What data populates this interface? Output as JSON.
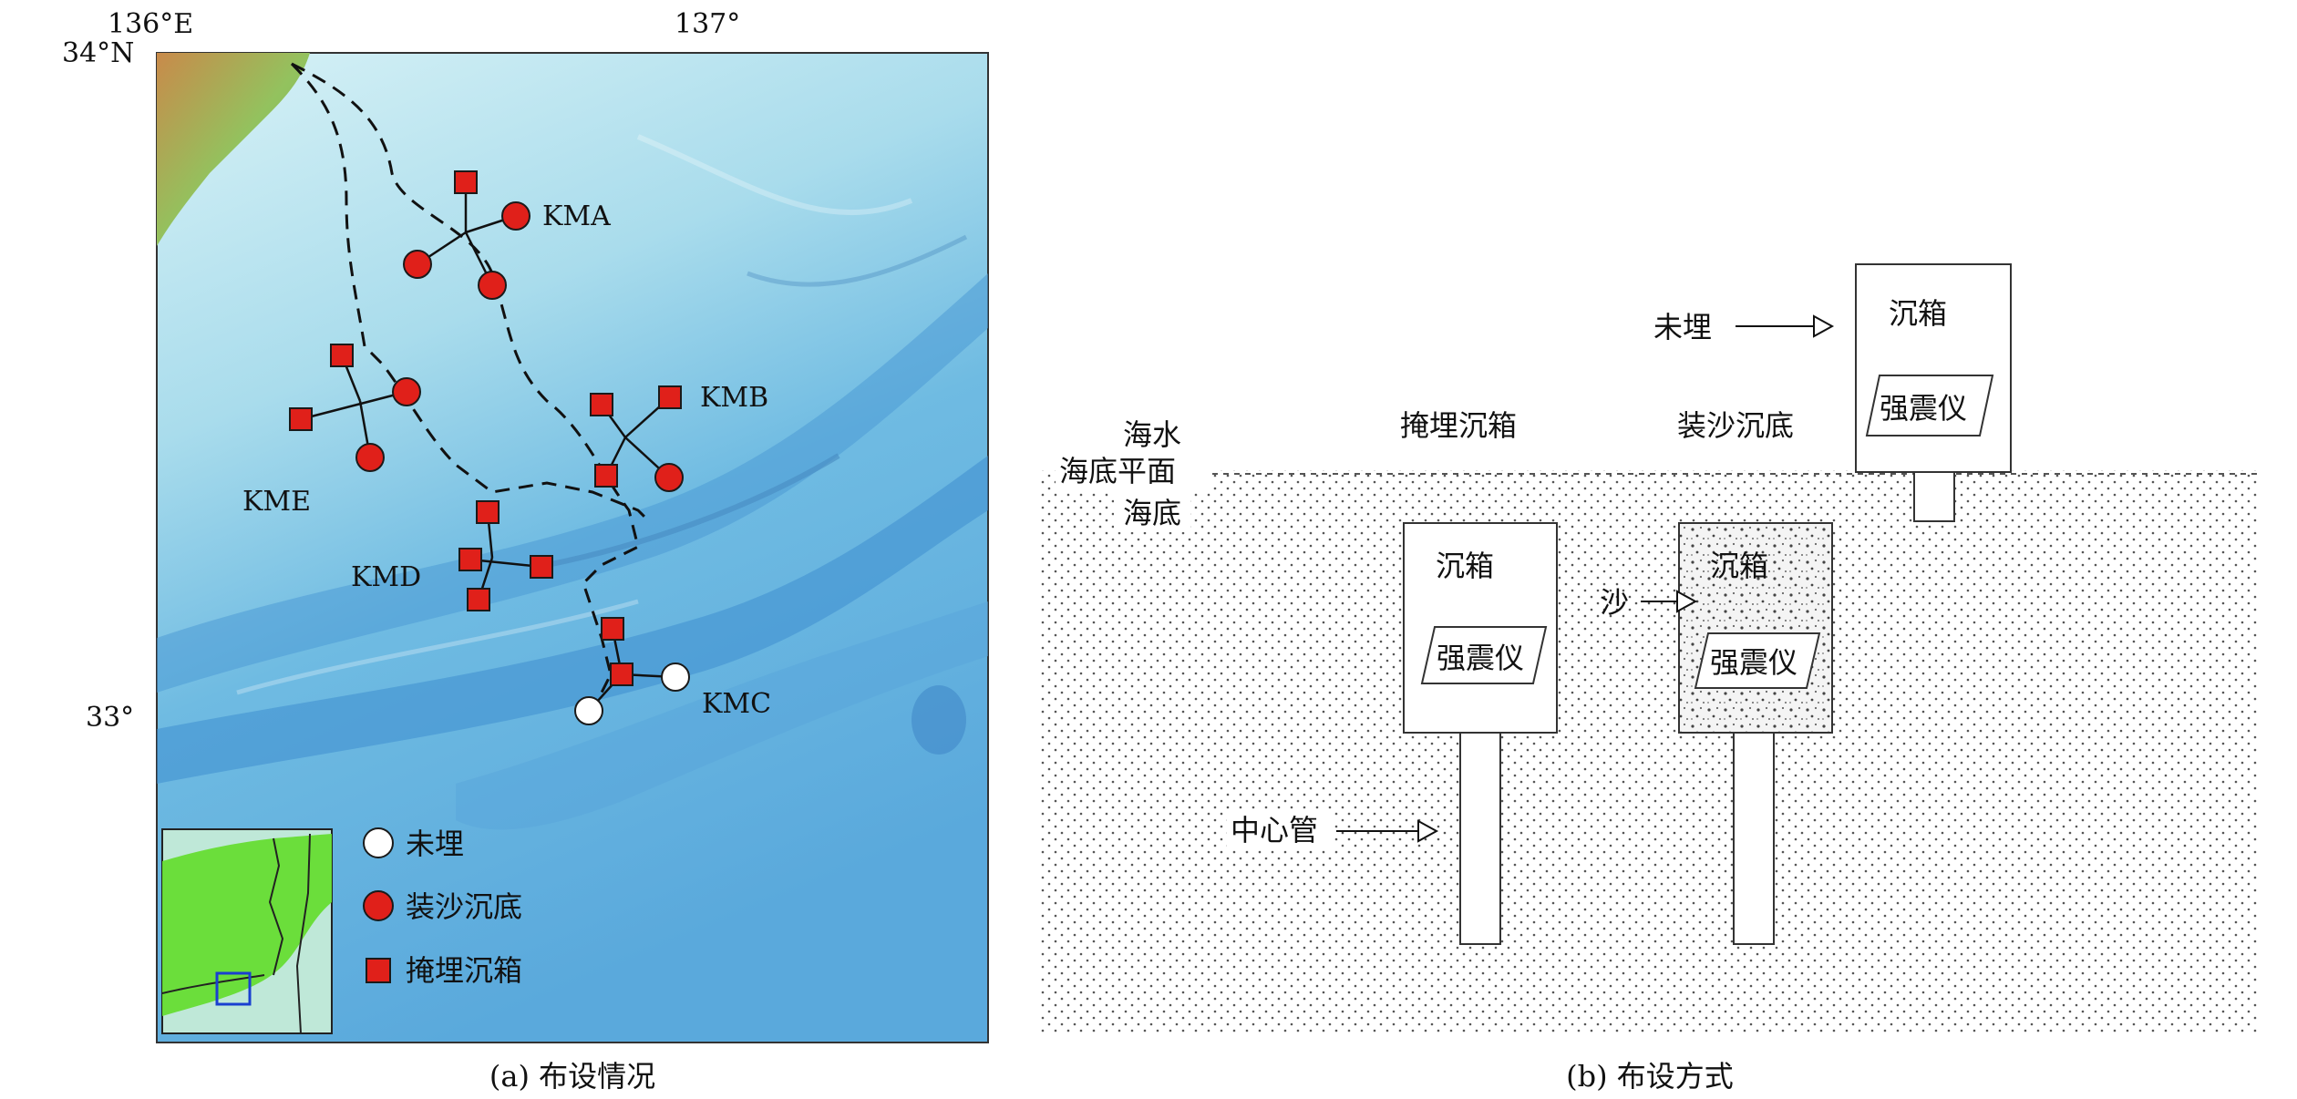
{
  "panel_a": {
    "caption": "(a) 布设情况",
    "axis": {
      "lon_136": "136°E",
      "lon_137": "137°",
      "lat_34": "34°N",
      "lat_33": "33°"
    },
    "stations": [
      {
        "label": "KMA"
      },
      {
        "label": "KMB"
      },
      {
        "label": "KMC"
      },
      {
        "label": "KMD"
      },
      {
        "label": "KME"
      }
    ],
    "legend": {
      "unburied": "未埋",
      "sand_sunk": "装沙沉底",
      "buried_caisson": "掩埋沉箱"
    },
    "colors": {
      "marker_red": "#e0201a",
      "marker_white": "#ffffff",
      "sea_light": "#cfeef4",
      "sea_mid": "#7ec8e6",
      "sea_deep": "#4a9fd8",
      "land": "#7bbf6a",
      "inset_land": "#66dd33",
      "inset_sea": "#bfe8d8",
      "inset_box": "#1a3fd0"
    }
  },
  "panel_b": {
    "caption": "(b) 布设方式",
    "labels": {
      "seawater": "海水",
      "seabed_plane": "海底平面",
      "seabed": "海底",
      "buried_caisson": "掩埋沉箱",
      "sand_sunk": "装沙沉底",
      "unburied": "未埋",
      "caisson": "沉箱",
      "seismograph": "强震仪",
      "sand": "沙",
      "center_pipe": "中心管"
    }
  }
}
